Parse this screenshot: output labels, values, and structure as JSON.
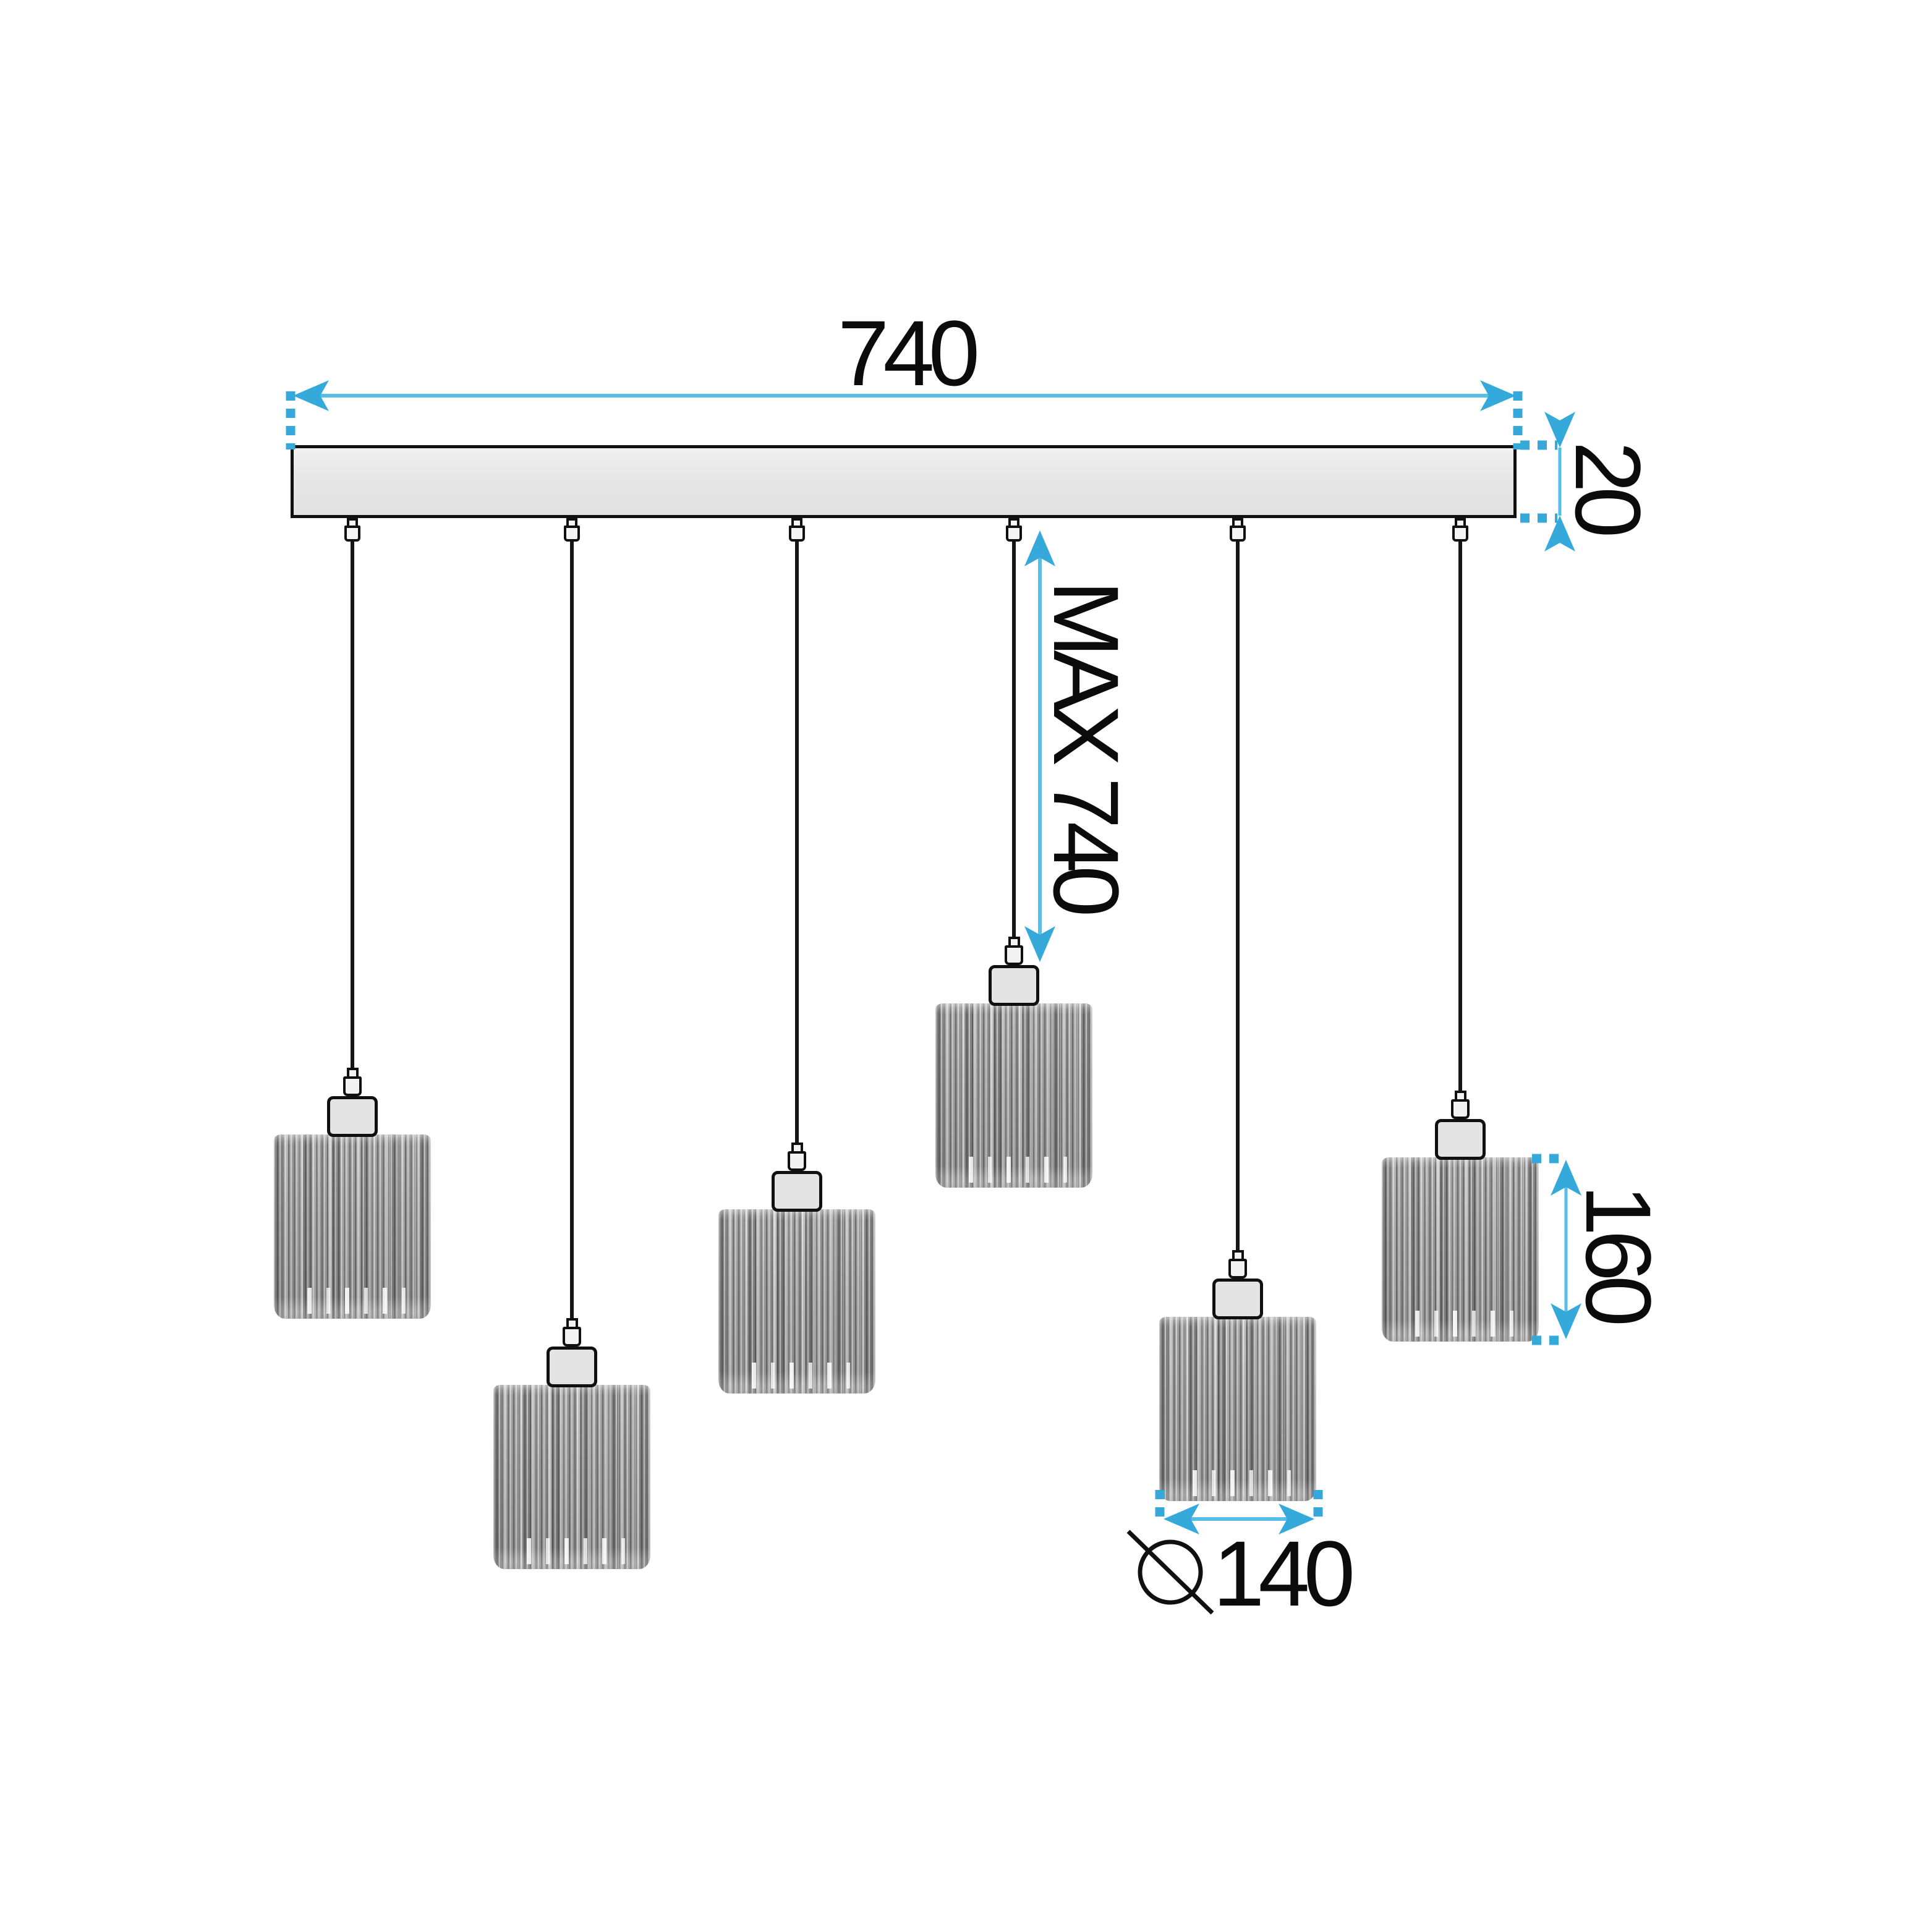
{
  "diagram": {
    "type": "technical-dimension-drawing",
    "subject": "6-light linear pendant lamp with woven rope shades",
    "lamps": {
      "count": 6
    },
    "colors": {
      "dimension_accent_blue": "#36A9DB",
      "dimension_line_blue": "#57BEE8",
      "outline_black": "#101010",
      "canopy_fill": "#e8e8e8",
      "shade_gray": "#a6a6a6",
      "background": "#ffffff"
    },
    "dimensions": {
      "bar_width": {
        "text": "740",
        "value": 740
      },
      "bar_thickness": {
        "text": "20",
        "value": 20
      },
      "max_drop": {
        "text": "MAX 740",
        "value": 740
      },
      "shade_height": {
        "text": "160",
        "value": 160
      },
      "shade_diameter": {
        "text": "140",
        "value": 140,
        "symbol": "⌀"
      }
    }
  }
}
